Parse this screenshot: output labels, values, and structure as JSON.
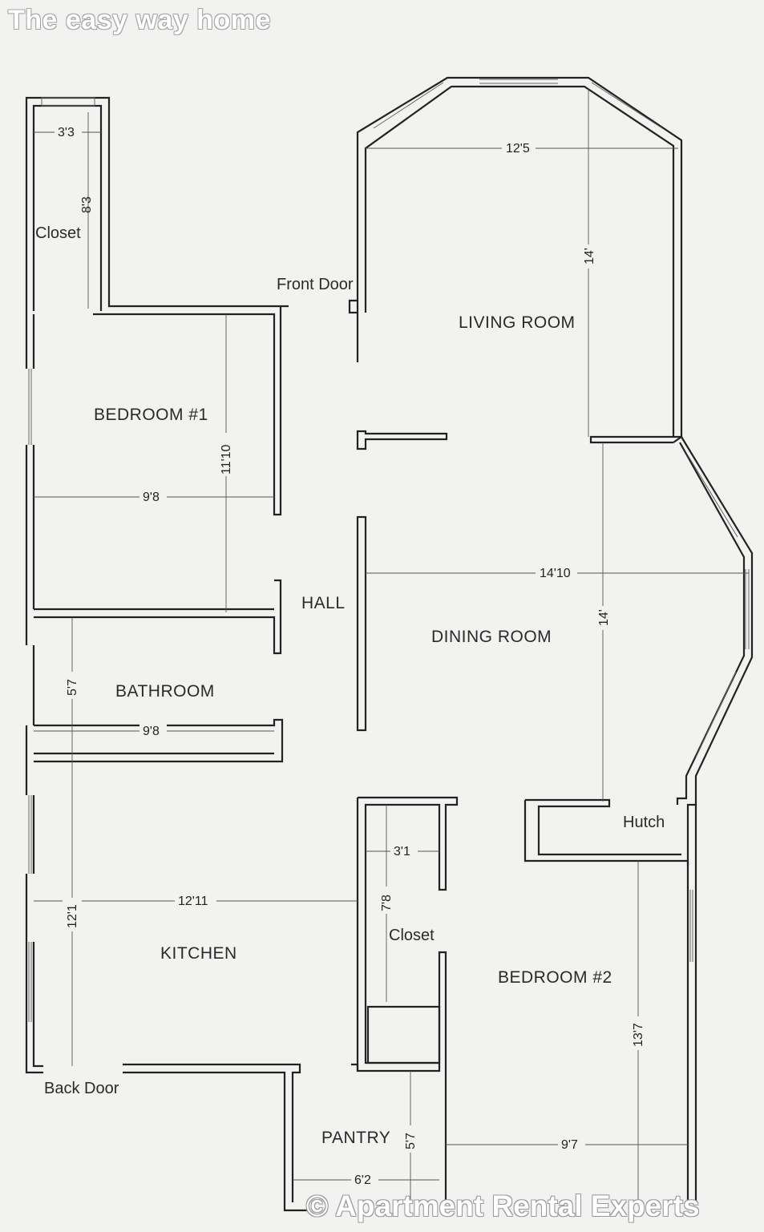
{
  "header_text": "The easy way home",
  "footer_text": "© Apartment Rental Experts",
  "labels": {
    "closet_top": "Closet",
    "front_door": "Front Door",
    "living_room": "LIVING ROOM",
    "bedroom_1": "BEDROOM #1",
    "hall": "HALL",
    "dining_room": "DINING ROOM",
    "bathroom": "BATHROOM",
    "hutch": "Hutch",
    "closet_mid": "Closet",
    "kitchen": "KITCHEN",
    "bedroom_2": "BEDROOM #2",
    "back_door": "Back Door",
    "pantry": "PANTRY"
  },
  "dimensions": {
    "closet_top_width": "3'3",
    "closet_top_length": "8'3",
    "living_width": "12'5",
    "living_length": "14'",
    "bedroom1_length": "11'10",
    "bedroom1_width": "9'8",
    "dining_width": "14'10",
    "dining_length": "14'",
    "bathroom_length": "5'7",
    "bathroom_width": "9'8",
    "closet_mid_width": "3'1",
    "closet_mid_length": "7'8",
    "kitchen_width": "12'11",
    "kitchen_length": "12'1",
    "bedroom2_length": "13'7",
    "bedroom2_width": "9'7",
    "pantry_length": "5'7",
    "pantry_width": "6'2"
  }
}
